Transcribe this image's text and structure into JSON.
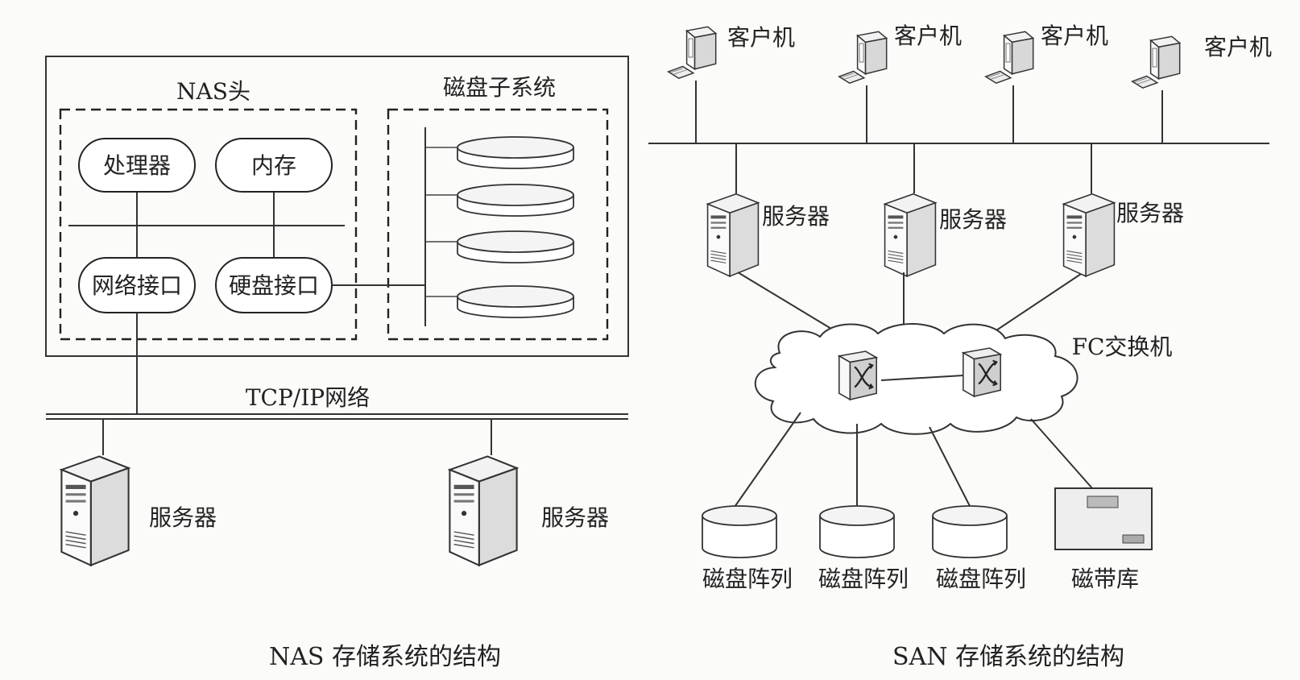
{
  "nas": {
    "head_label": "NAS头",
    "disk_subsystem_label": "磁盘子系统",
    "processor": "处理器",
    "memory": "内存",
    "network_interface": "网络接口",
    "disk_interface": "硬盘接口",
    "network_label": "TCP/IP网络",
    "server_label": "服务器",
    "caption": "NAS 存储系统的结构"
  },
  "san": {
    "client_label": "客户机",
    "server_label": "服务器",
    "fc_switch_label": "FC交换机",
    "disk_array_label": "磁盘阵列",
    "tape_library_label": "磁带库",
    "caption": "SAN 存储系统的结构"
  },
  "colors": {
    "line": "#333333",
    "background": "#fbfbf9"
  }
}
